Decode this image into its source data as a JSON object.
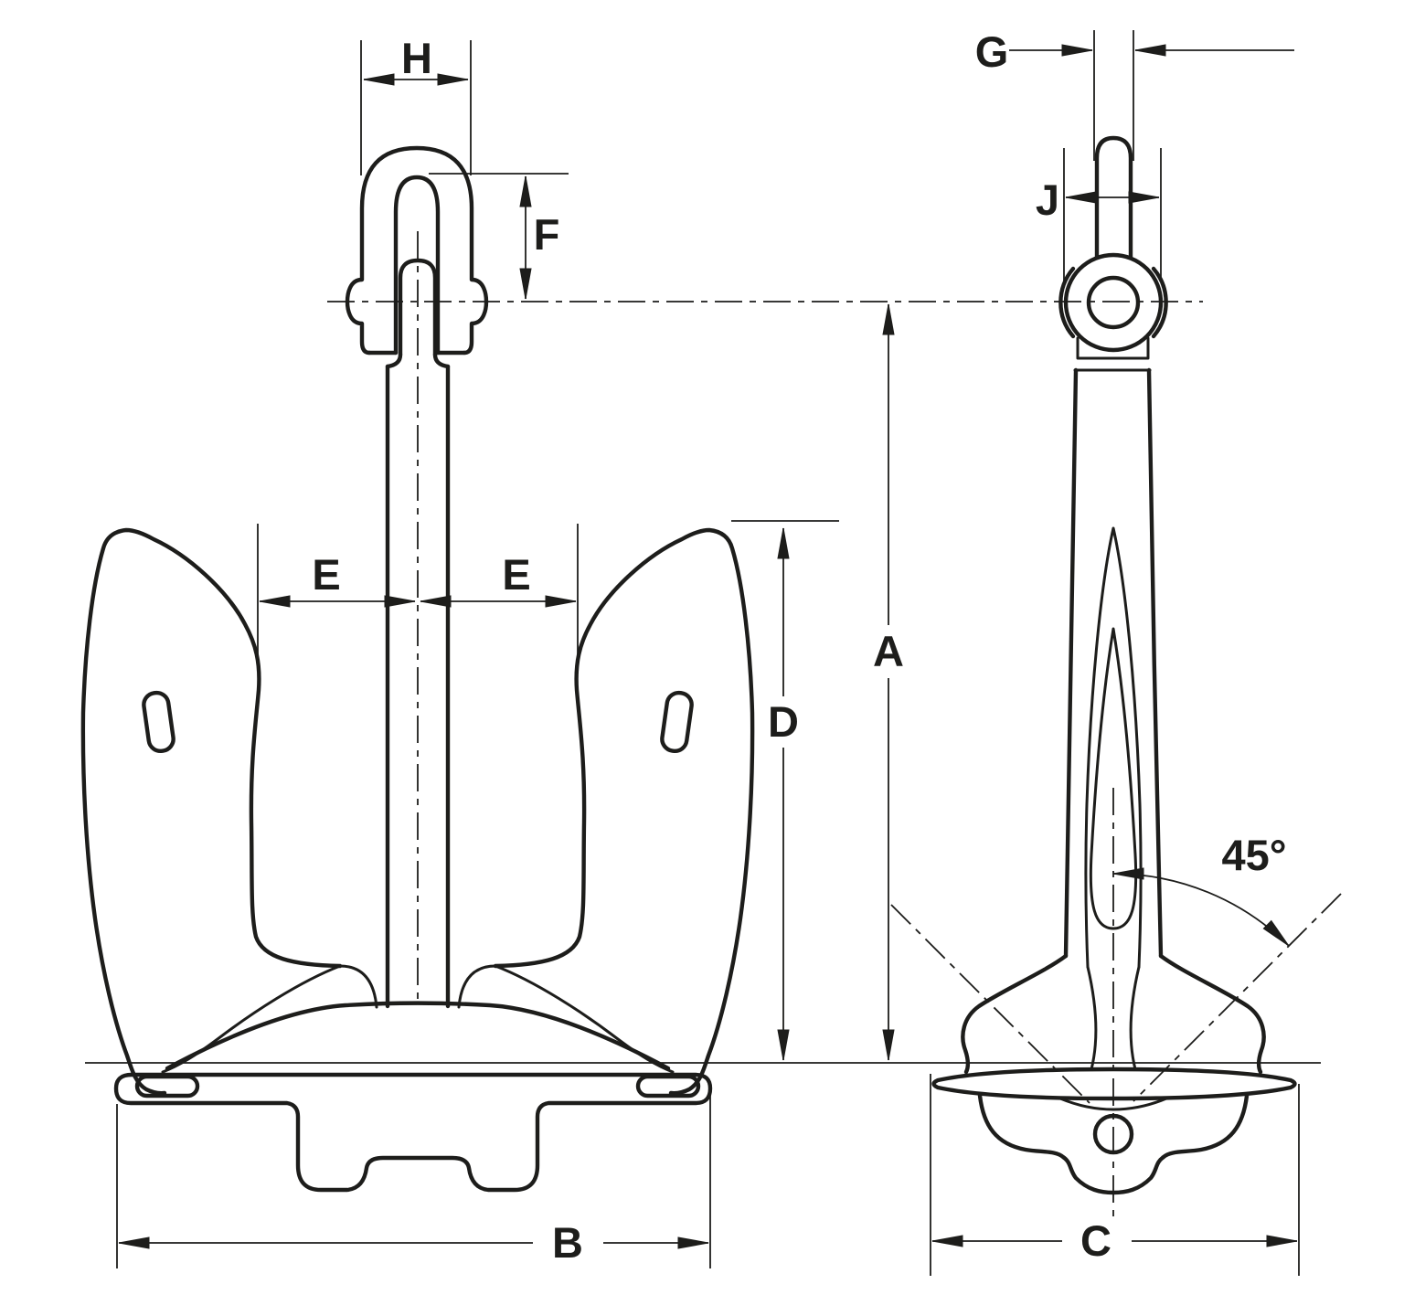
{
  "figure": {
    "type": "technical-dimension-drawing",
    "subject": "stockless anchor, two orthographic views",
    "background_color": "#ffffff",
    "line_color": "#1d1d1b",
    "views": [
      {
        "id": "front-view",
        "label_ids": [
          "H",
          "F",
          "E_left",
          "E_right",
          "D",
          "B"
        ]
      },
      {
        "id": "side-view",
        "label_ids": [
          "G",
          "J",
          "A",
          "C",
          "angle"
        ]
      }
    ],
    "labels": {
      "A": "A",
      "B": "B",
      "C": "C",
      "D": "D",
      "E_left": "E",
      "E_right": "E",
      "F": "F",
      "G": "G",
      "H": "H",
      "J": "J",
      "angle": "45°"
    }
  }
}
